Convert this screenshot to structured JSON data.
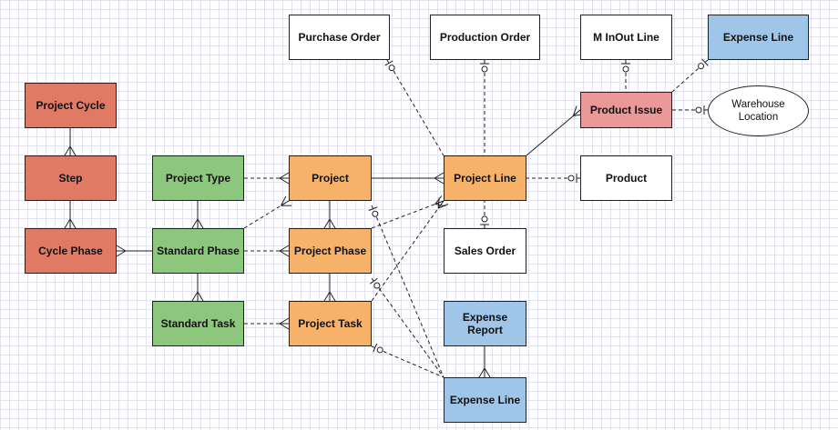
{
  "colors": {
    "red": "#e07a64",
    "red_light": "#ea9898",
    "green": "#8cc77d",
    "orange": "#f7b26a",
    "blue": "#9fc5e8",
    "white": "#ffffff",
    "line": "#222222"
  },
  "entities": {
    "purchase_order": {
      "label": "Purchase Order",
      "color": "white"
    },
    "production_order": {
      "label": "Production Order",
      "color": "white"
    },
    "m_inout_line": {
      "label": "M InOut Line",
      "color": "white"
    },
    "expense_line_top": {
      "label": "Expense Line",
      "color": "blue"
    },
    "project_cycle": {
      "label": "Project Cycle",
      "color": "red"
    },
    "product_issue": {
      "label": "Product Issue",
      "color": "red_light"
    },
    "warehouse_location": {
      "label": "Warehouse\nLocation",
      "color": "white"
    },
    "step": {
      "label": "Step",
      "color": "red"
    },
    "project_type": {
      "label": "Project Type",
      "color": "green"
    },
    "project": {
      "label": "Project",
      "color": "orange"
    },
    "project_line": {
      "label": "Project Line",
      "color": "orange"
    },
    "product": {
      "label": "Product",
      "color": "white"
    },
    "cycle_phase": {
      "label": "Cycle Phase",
      "color": "red"
    },
    "standard_phase": {
      "label": "Standard Phase",
      "color": "green"
    },
    "project_phase": {
      "label": "Project Phase",
      "color": "orange"
    },
    "sales_order": {
      "label": "Sales Order",
      "color": "white"
    },
    "standard_task": {
      "label": "Standard Task",
      "color": "green"
    },
    "project_task": {
      "label": "Project Task",
      "color": "orange"
    },
    "expense_report": {
      "label": "Expense\nReport",
      "color": "blue"
    },
    "expense_line_bottom": {
      "label": "Expense Line",
      "color": "blue"
    }
  },
  "relationships": [
    {
      "from": "project_cycle",
      "to": "step",
      "dashed": false,
      "from_end": "",
      "to_end": "many"
    },
    {
      "from": "step",
      "to": "cycle_phase",
      "dashed": false,
      "from_end": "",
      "to_end": "many"
    },
    {
      "from": "project_type",
      "to": "standard_phase",
      "dashed": false,
      "from_end": "",
      "to_end": "many"
    },
    {
      "from": "standard_phase",
      "to": "standard_task",
      "dashed": false,
      "from_end": "",
      "to_end": "many"
    },
    {
      "from": "standard_phase",
      "to": "cycle_phase",
      "dashed": false,
      "from_end": "",
      "to_end": "many"
    },
    {
      "from": "project",
      "to": "project_phase",
      "dashed": false,
      "from_end": "",
      "to_end": "many"
    },
    {
      "from": "project_phase",
      "to": "project_task",
      "dashed": false,
      "from_end": "",
      "to_end": "many"
    },
    {
      "from": "project",
      "to": "project_line",
      "dashed": false,
      "from_end": "",
      "to_end": "many"
    },
    {
      "from": "project_line",
      "to": "product_issue",
      "dashed": false,
      "from_end": "",
      "to_end": "many"
    },
    {
      "from": "expense_report",
      "to": "expense_line_bottom",
      "dashed": false,
      "from_end": "",
      "to_end": "many"
    },
    {
      "from": "project_type",
      "to": "project",
      "dashed": true,
      "from_end": "",
      "to_end": "many"
    },
    {
      "from": "standard_phase",
      "to": "project_phase",
      "dashed": true,
      "from_end": "",
      "to_end": "many"
    },
    {
      "from": "standard_task",
      "to": "project_task",
      "dashed": true,
      "from_end": "",
      "to_end": "many"
    },
    {
      "from": "standard_phase",
      "to": "project",
      "dashed": true,
      "from_end": "",
      "to_end": "many"
    },
    {
      "from": "purchase_order",
      "to": "project_line",
      "dashed": true,
      "from_end": "zero_one",
      "to_end": ""
    },
    {
      "from": "production_order",
      "to": "project_line",
      "dashed": true,
      "from_end": "zero_one",
      "to_end": ""
    },
    {
      "from": "sales_order",
      "to": "project_line",
      "dashed": true,
      "from_end": "zero_one",
      "to_end": ""
    },
    {
      "from": "product",
      "to": "project_line",
      "dashed": true,
      "from_end": "zero_one",
      "to_end": ""
    },
    {
      "from": "m_inout_line",
      "to": "product_issue",
      "dashed": true,
      "from_end": "zero_one",
      "to_end": ""
    },
    {
      "from": "expense_line_top",
      "to": "product_issue",
      "dashed": true,
      "from_end": "zero_one",
      "to_end": ""
    },
    {
      "from": "warehouse_location",
      "to": "product_issue",
      "dashed": true,
      "from_end": "zero_one",
      "to_end": ""
    },
    {
      "from": "project_phase",
      "to": "project_line",
      "dashed": true,
      "from_end": "",
      "to_end": "many"
    },
    {
      "from": "project_task",
      "to": "project_line",
      "dashed": true,
      "from_end": "",
      "to_end": "many"
    },
    {
      "from": "project",
      "to": "expense_line_bottom",
      "dashed": true,
      "from_end": "zero_one",
      "to_end": ""
    },
    {
      "from": "project_phase",
      "to": "expense_line_bottom",
      "dashed": true,
      "from_end": "zero_one",
      "to_end": ""
    },
    {
      "from": "project_task",
      "to": "expense_line_bottom",
      "dashed": true,
      "from_end": "zero_one",
      "to_end": ""
    }
  ]
}
